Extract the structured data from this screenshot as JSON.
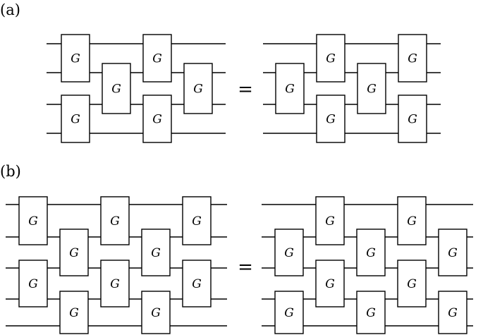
{
  "panels": [
    {
      "id": "a",
      "label": "(a)",
      "equals_sign": "=",
      "left_circuit": {
        "wires": 4,
        "gates": [
          {
            "label": "G",
            "layer": 0,
            "wires": [
              0,
              1
            ]
          },
          {
            "label": "G",
            "layer": 0,
            "wires": [
              2,
              3
            ]
          },
          {
            "label": "G",
            "layer": 1,
            "wires": [
              1,
              2
            ]
          },
          {
            "label": "G",
            "layer": 2,
            "wires": [
              0,
              1
            ]
          },
          {
            "label": "G",
            "layer": 2,
            "wires": [
              2,
              3
            ]
          },
          {
            "label": "G",
            "layer": 3,
            "wires": [
              1,
              2
            ]
          }
        ]
      },
      "right_circuit": {
        "wires": 4,
        "gates": [
          {
            "label": "G",
            "layer": 0,
            "wires": [
              1,
              2
            ]
          },
          {
            "label": "G",
            "layer": 1,
            "wires": [
              0,
              1
            ]
          },
          {
            "label": "G",
            "layer": 1,
            "wires": [
              2,
              3
            ]
          },
          {
            "label": "G",
            "layer": 2,
            "wires": [
              1,
              2
            ]
          },
          {
            "label": "G",
            "layer": 3,
            "wires": [
              0,
              1
            ]
          },
          {
            "label": "G",
            "layer": 3,
            "wires": [
              2,
              3
            ]
          }
        ]
      }
    },
    {
      "id": "b",
      "label": "(b)",
      "equals_sign": "=",
      "left_circuit": {
        "wires": 5,
        "gates": [
          {
            "label": "G",
            "layer": 0,
            "wires": [
              0,
              1
            ]
          },
          {
            "label": "G",
            "layer": 0,
            "wires": [
              2,
              3
            ]
          },
          {
            "label": "G",
            "layer": 1,
            "wires": [
              1,
              2
            ]
          },
          {
            "label": "G",
            "layer": 1,
            "wires": [
              3,
              4
            ]
          },
          {
            "label": "G",
            "layer": 2,
            "wires": [
              0,
              1
            ]
          },
          {
            "label": "G",
            "layer": 2,
            "wires": [
              2,
              3
            ]
          },
          {
            "label": "G",
            "layer": 3,
            "wires": [
              1,
              2
            ]
          },
          {
            "label": "G",
            "layer": 3,
            "wires": [
              3,
              4
            ]
          },
          {
            "label": "G",
            "layer": 4,
            "wires": [
              0,
              1
            ]
          },
          {
            "label": "G",
            "layer": 4,
            "wires": [
              2,
              3
            ]
          }
        ]
      },
      "right_circuit": {
        "wires": 5,
        "gates": [
          {
            "label": "G",
            "layer": 0,
            "wires": [
              1,
              2
            ]
          },
          {
            "label": "G",
            "layer": 0,
            "wires": [
              3,
              4
            ]
          },
          {
            "label": "G",
            "layer": 1,
            "wires": [
              0,
              1
            ]
          },
          {
            "label": "G",
            "layer": 1,
            "wires": [
              2,
              3
            ]
          },
          {
            "label": "G",
            "layer": 2,
            "wires": [
              1,
              2
            ]
          },
          {
            "label": "G",
            "layer": 2,
            "wires": [
              3,
              4
            ]
          },
          {
            "label": "G",
            "layer": 3,
            "wires": [
              0,
              1
            ]
          },
          {
            "label": "G",
            "layer": 3,
            "wires": [
              2,
              3
            ]
          },
          {
            "label": "G",
            "layer": 4,
            "wires": [
              1,
              2
            ]
          },
          {
            "label": "G",
            "layer": 4,
            "wires": [
              3,
              4
            ]
          }
        ]
      }
    }
  ]
}
